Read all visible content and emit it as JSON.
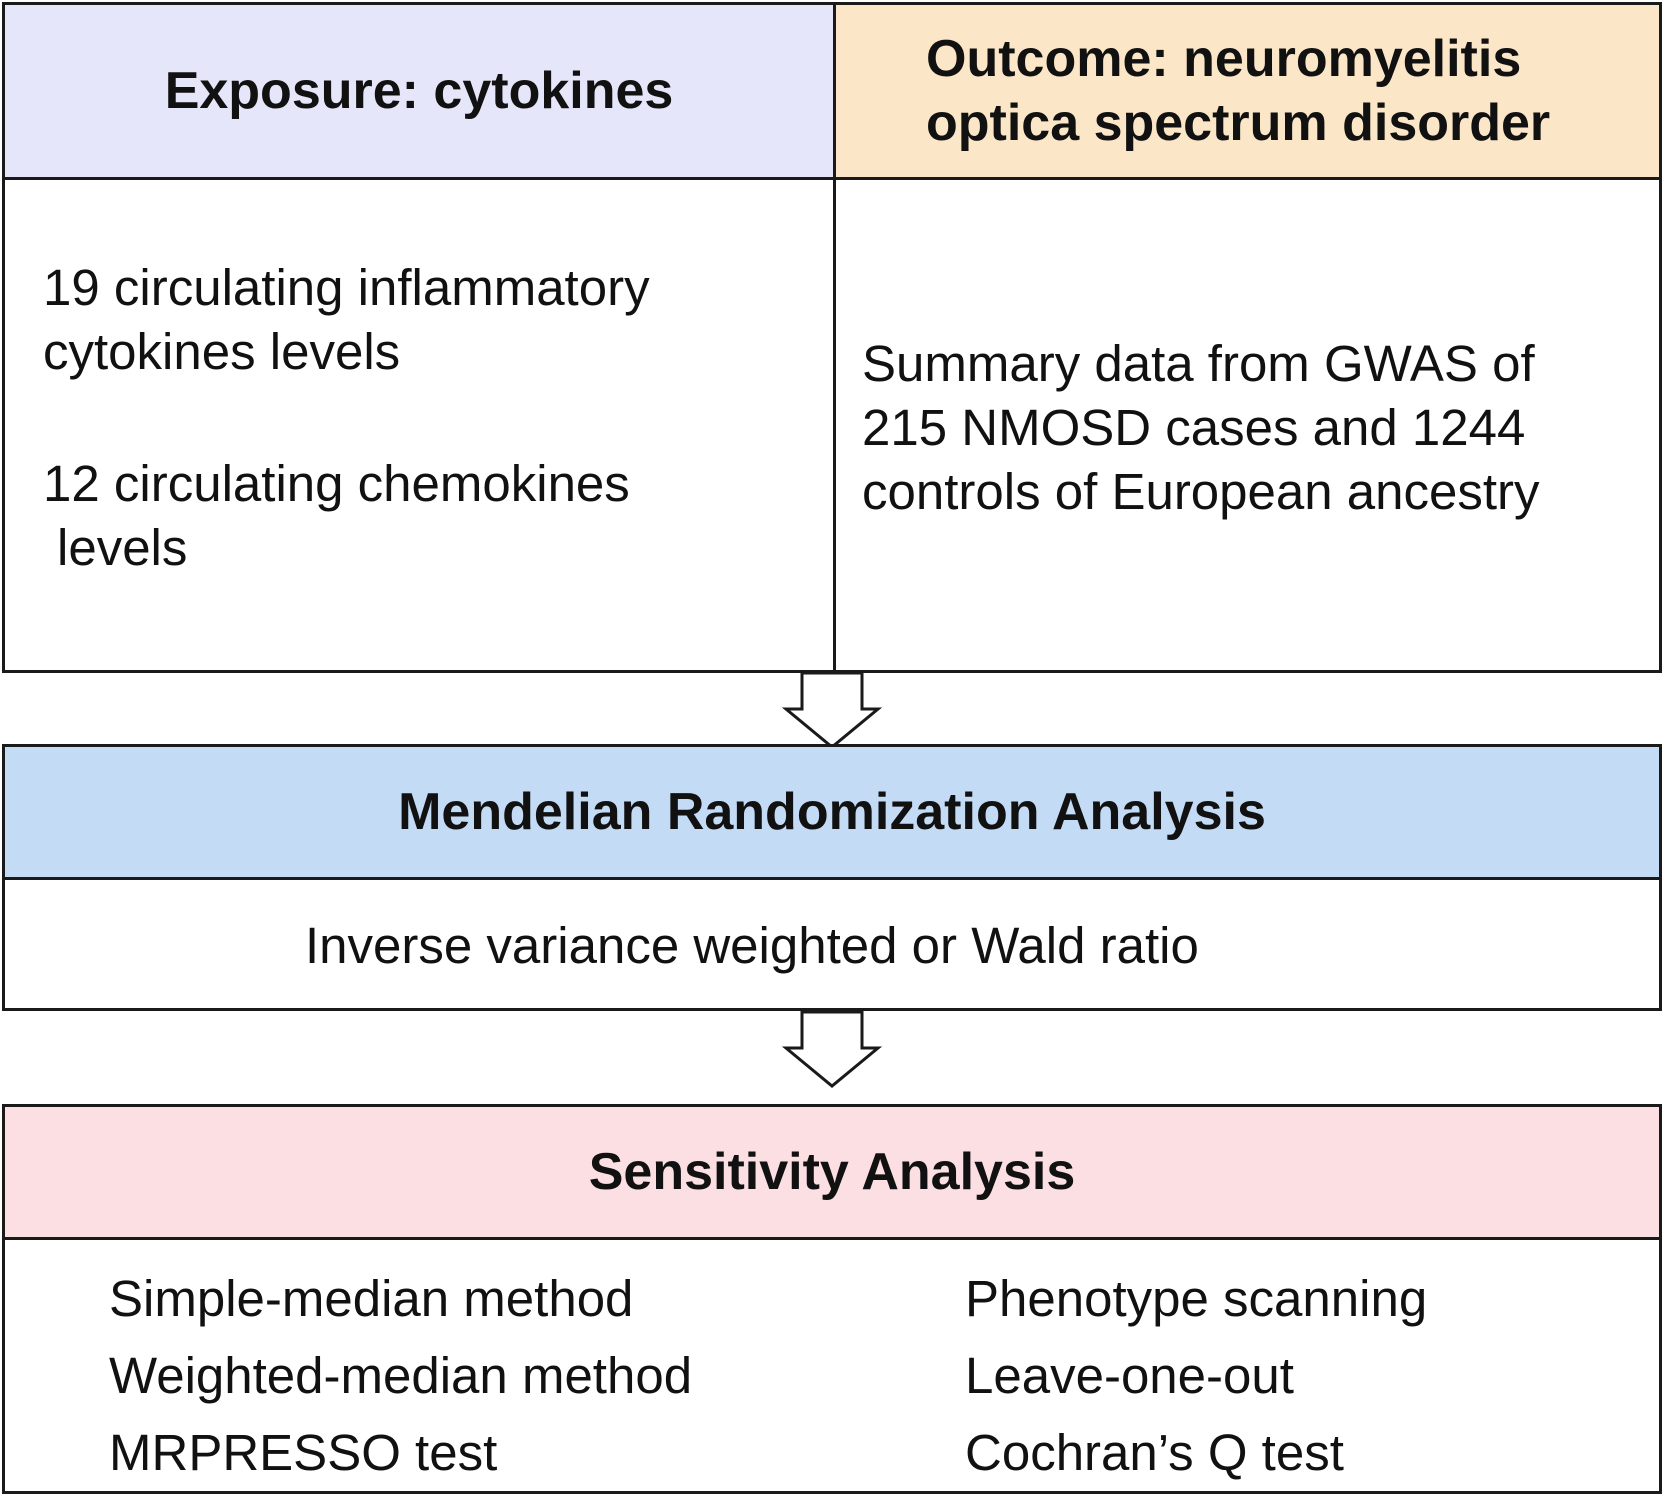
{
  "exposure": {
    "title": "Exposure: cytokines",
    "items": [
      [
        "19 circulating inflammatory",
        "cytokines levels"
      ],
      [
        "12 circulating chemokines",
        "levels"
      ]
    ]
  },
  "outcome": {
    "title_lines": [
      "Outcome: neuromyelitis",
      "optica spectrum disorder"
    ],
    "description_lines": [
      "Summary data from GWAS of",
      "215 NMOSD cases and 1244",
      "controls of European ancestry"
    ]
  },
  "mr_analysis": {
    "title": "Mendelian Randomization Analysis",
    "method": "Inverse variance weighted or Wald ratio"
  },
  "sensitivity_analysis": {
    "title": "Sensitivity Analysis",
    "left_methods": [
      "Simple-median method",
      "Weighted-median method",
      "MRPRESSO test"
    ],
    "right_methods": [
      "Phenotype scanning",
      "Leave-one-out",
      "Cochran’s Q test"
    ]
  },
  "colors": {
    "exposure_header": "#e5e6f9",
    "outcome_header": "#fbe6c8",
    "mr_header": "#c4dbf6",
    "sensitivity_header": "#fbdfe2",
    "border": "#1a1a1a"
  }
}
